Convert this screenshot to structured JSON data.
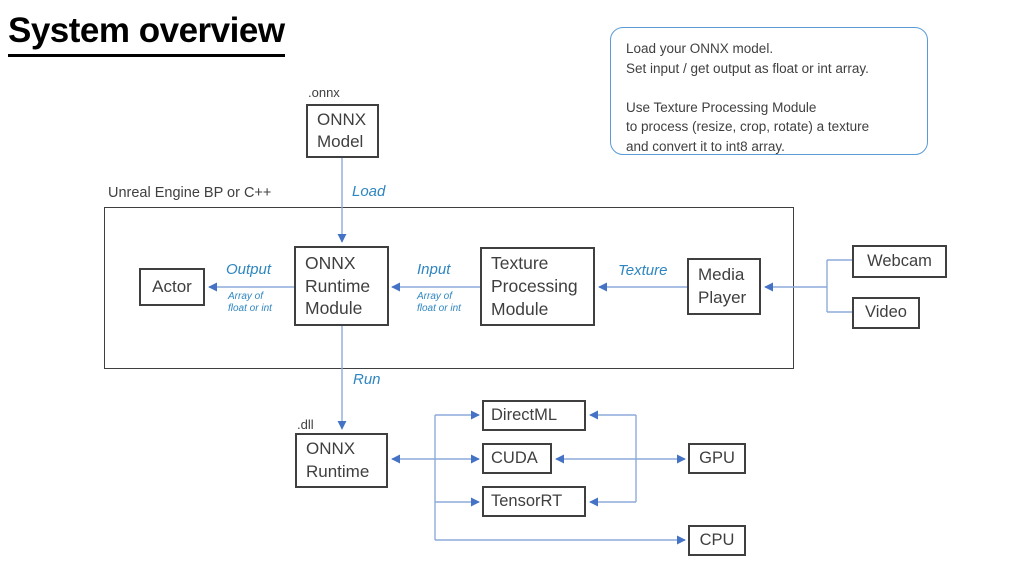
{
  "title": "System overview",
  "note": {
    "lines": [
      "Load your ONNX model.",
      "Set input / get output as float or int array.",
      "",
      "Use Texture Processing Module",
      "to process (resize, crop, rotate) a texture",
      "and convert it to int8 array."
    ]
  },
  "frame": {
    "label": "Unreal Engine BP or C++"
  },
  "file_labels": {
    "onnx": ".onnx",
    "dll": ".dll"
  },
  "flow_labels": {
    "load": "Load",
    "run": "Run",
    "output": "Output",
    "input": "Input",
    "texture": "Texture",
    "array_line1": "Array of",
    "array_line2": "float or int"
  },
  "boxes": {
    "onnx_model": {
      "lines": [
        "ONNX",
        "Model"
      ]
    },
    "actor": {
      "label": "Actor"
    },
    "onnx_runtime_module": {
      "lines": [
        "ONNX",
        "Runtime",
        "Module"
      ]
    },
    "texture_processing_module": {
      "lines": [
        "Texture",
        "Processing",
        "Module"
      ]
    },
    "media_player": {
      "lines": [
        "Media",
        "Player"
      ]
    },
    "webcam": {
      "label": "Webcam"
    },
    "video": {
      "label": "Video"
    },
    "onnx_runtime": {
      "lines": [
        "ONNX",
        "Runtime"
      ]
    },
    "directml": {
      "label": "DirectML"
    },
    "cuda": {
      "label": "CUDA"
    },
    "tensorrt": {
      "label": "TensorRT"
    },
    "gpu": {
      "label": "GPU"
    },
    "cpu": {
      "label": "CPU"
    }
  },
  "colors": {
    "arrow_line": "#8eaadb",
    "arrow_head": "#4472c4",
    "flow_label_blue": "#2e86c1",
    "box_border": "#3f3f3f",
    "note_border": "#5b9bd5"
  }
}
